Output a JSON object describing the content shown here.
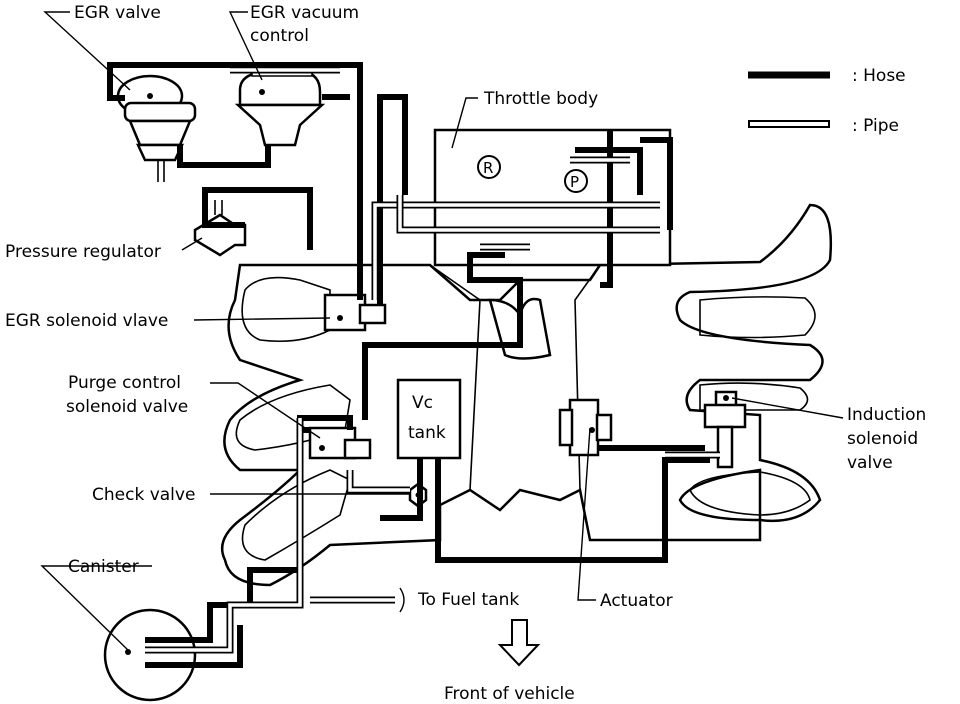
{
  "labels": {
    "egr_valve": "EGR valve",
    "egr_vacuum_control_1": "EGR vacuum",
    "egr_vacuum_control_2": "control",
    "throttle_body": "Throttle body",
    "pressure_regulator": "Pressure regulator",
    "egr_solenoid_valve": "EGR solenoid vlave",
    "purge_control_1": "Purge control",
    "purge_control_2": "solenoid valve",
    "check_valve": "Check valve",
    "canister": "Canister",
    "to_fuel_tank": "To Fuel tank",
    "actuator": "Actuator",
    "induction_1": "Induction",
    "induction_2": "solenoid",
    "induction_3": "valve",
    "vc_tank_1": "Vc",
    "vc_tank_2": "tank",
    "front_of_vehicle": "Front of vehicle",
    "port_r": "R",
    "port_p": "P"
  },
  "legend": {
    "hose_label": ": Hose",
    "pipe_label": ": Pipe"
  }
}
